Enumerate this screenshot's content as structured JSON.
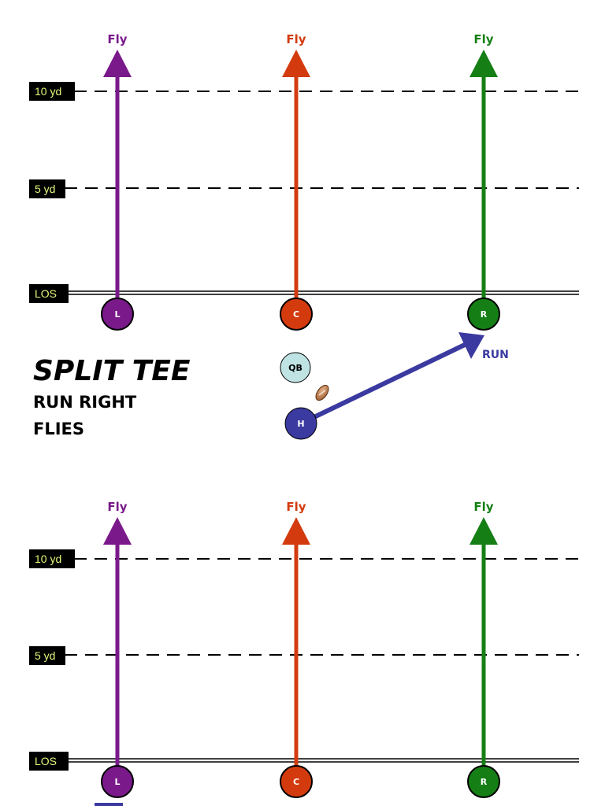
{
  "colors": {
    "purple": "#7a1a8a",
    "orange": "#d33b0e",
    "green": "#157f15",
    "blue": "#3a3aa0",
    "qb_fill": "#bfe3e3",
    "label_bg": "#000000",
    "label_text": "#e6f77a"
  },
  "yard_labels": {
    "ten": "10 yd",
    "five": "5 yd",
    "los": "LOS"
  },
  "route_labels": {
    "left": "Fly",
    "center": "Fly",
    "right": "Fly"
  },
  "players": {
    "left": "L",
    "center": "C",
    "right": "R",
    "qb": "QB",
    "h": "H"
  },
  "play": {
    "formation": "SPLIT TEE",
    "line1": "RUN RIGHT",
    "line2": "FLIES",
    "run_label": "RUN"
  }
}
